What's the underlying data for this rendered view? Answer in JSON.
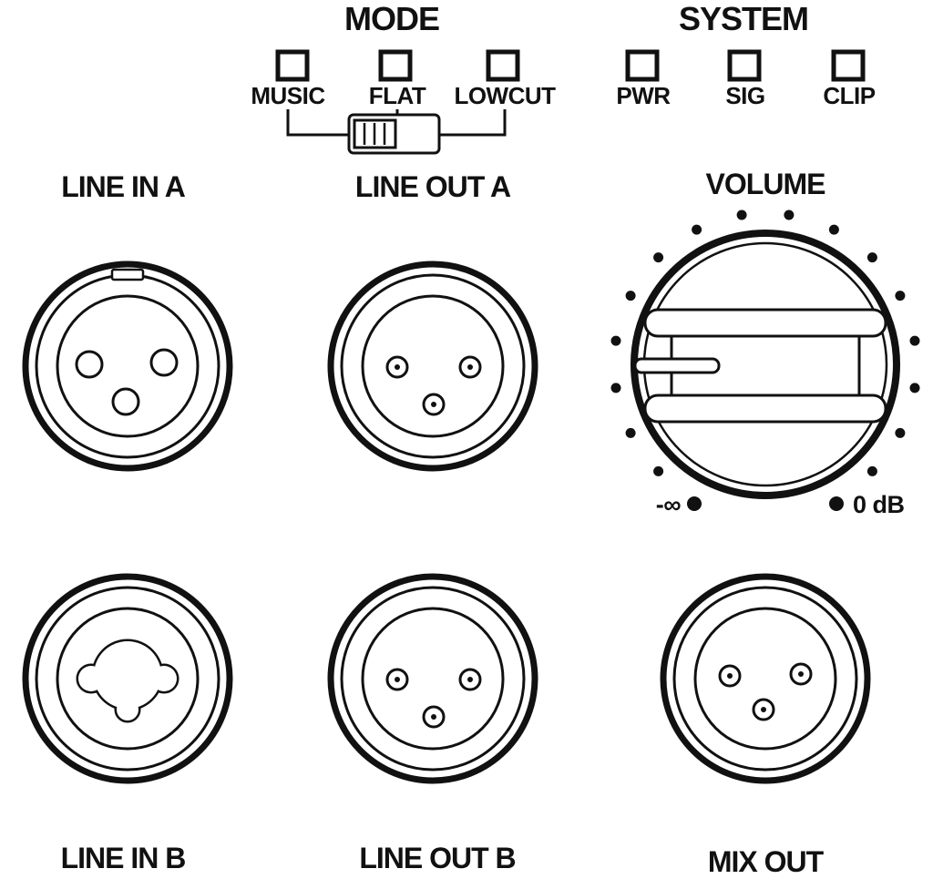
{
  "colors": {
    "ink": "#111111",
    "background": "#ffffff"
  },
  "mode": {
    "title": "MODE",
    "leds": [
      {
        "label": "MUSIC"
      },
      {
        "label": "FLAT"
      },
      {
        "label": "LOWCUT"
      }
    ],
    "switch": {
      "handle_position": "left"
    }
  },
  "system": {
    "title": "SYSTEM",
    "leds": [
      {
        "label": "PWR"
      },
      {
        "label": "SIG"
      },
      {
        "label": "CLIP"
      }
    ]
  },
  "volume": {
    "title": "VOLUME",
    "min_label": "-∞",
    "max_label": "0 dB",
    "pointer_direction": "left"
  },
  "connectors": [
    {
      "label": "LINE IN A",
      "type": "XLR female input"
    },
    {
      "label": "LINE OUT A",
      "type": "XLR male output"
    },
    {
      "label": "LINE IN B",
      "type": "XLR/TRS combo input"
    },
    {
      "label": "LINE OUT B",
      "type": "XLR male output"
    },
    {
      "label": "MIX OUT",
      "type": "XLR male output"
    }
  ]
}
